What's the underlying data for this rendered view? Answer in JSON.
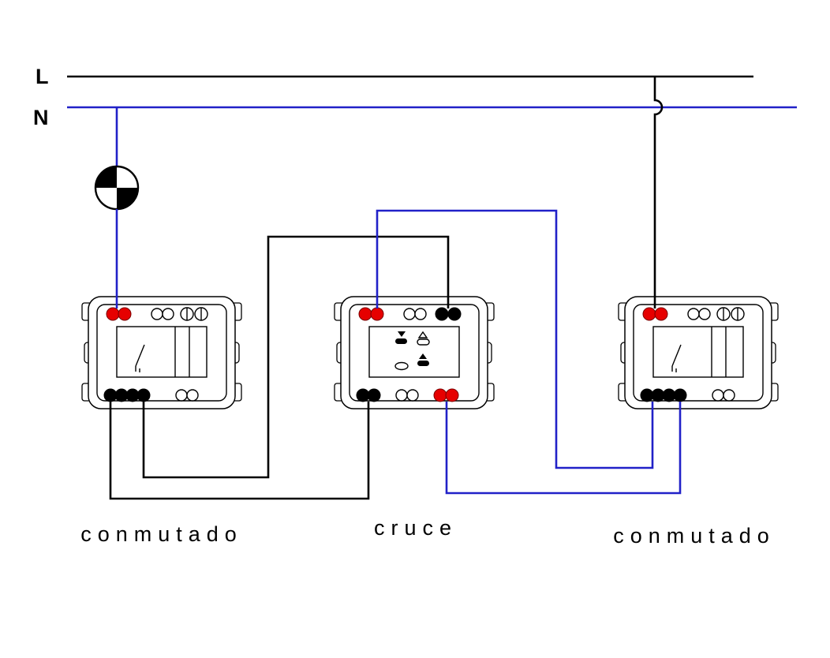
{
  "diagram": {
    "labels": {
      "phase": "L",
      "neutral": "N",
      "switch_left": "conmutado",
      "switch_middle": "cruce",
      "switch_right": "conmutado"
    },
    "colors": {
      "phase_wire": "#000000",
      "neutral_wire": "#2121c8",
      "terminal_red": "#e60000",
      "terminal_black": "#000000"
    },
    "components": {
      "lamp_icon": "lamp-indicator-icon",
      "switch_count": 3
    }
  }
}
